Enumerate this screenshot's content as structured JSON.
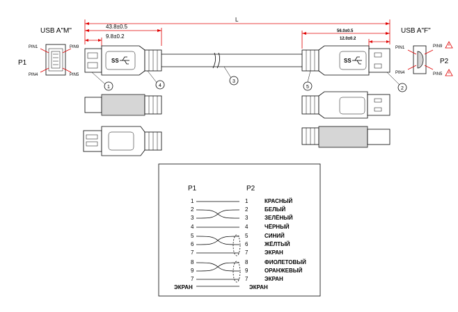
{
  "dimensions": {
    "total_length": "L",
    "left_overall": "43.8±0.5",
    "left_plug": "9.8±0.2",
    "right_overall": "56.0±0.5",
    "right_plug": "12.0±0.2"
  },
  "connector_left": {
    "title": "USB A\"M\"",
    "designator": "P1",
    "pin_top_left": "PIN1",
    "pin_top_right": "PIN9",
    "pin_bottom_left": "PIN4",
    "pin_bottom_right": "PIN5"
  },
  "connector_right": {
    "title": "USB A\"F\"",
    "designator": "P2",
    "pin_top_left": "PIN1",
    "pin_top_right": "PIN9",
    "pin_bottom_left": "PIN4",
    "pin_bottom_right": "PIN5"
  },
  "balloons": [
    "1",
    "2",
    "3",
    "4",
    "5"
  ],
  "logo": "SS",
  "wiring_table": {
    "header_left": "P1",
    "header_right": "P2",
    "rows": [
      {
        "p1": "1",
        "p2": "1",
        "color": "КРАСНЫЙ"
      },
      {
        "p1": "2",
        "p2": "2",
        "color": "БЕЛЫЙ"
      },
      {
        "p1": "3",
        "p2": "3",
        "color": "ЗЕЛЁНЫЙ"
      },
      {
        "p1": "4",
        "p2": "4",
        "color": "ЧЁРНЫЙ"
      },
      {
        "p1": "5",
        "p2": "5",
        "color": "СИНИЙ"
      },
      {
        "p1": "6",
        "p2": "6",
        "color": "ЖЁЛТЫЙ"
      },
      {
        "p1": "7",
        "p2": "7",
        "color": "ЭКРАН"
      },
      {
        "p1": "8",
        "p2": "8",
        "color": "ФИОЛЕТОВЫЙ"
      },
      {
        "p1": "9",
        "p2": "9",
        "color": "ОРАНЖЕВЫЙ"
      },
      {
        "p1": "7",
        "p2": "7",
        "color": "ЭКРАН"
      }
    ],
    "footer_left": "ЭКРАН",
    "footer_right": "ЭКРАН"
  }
}
